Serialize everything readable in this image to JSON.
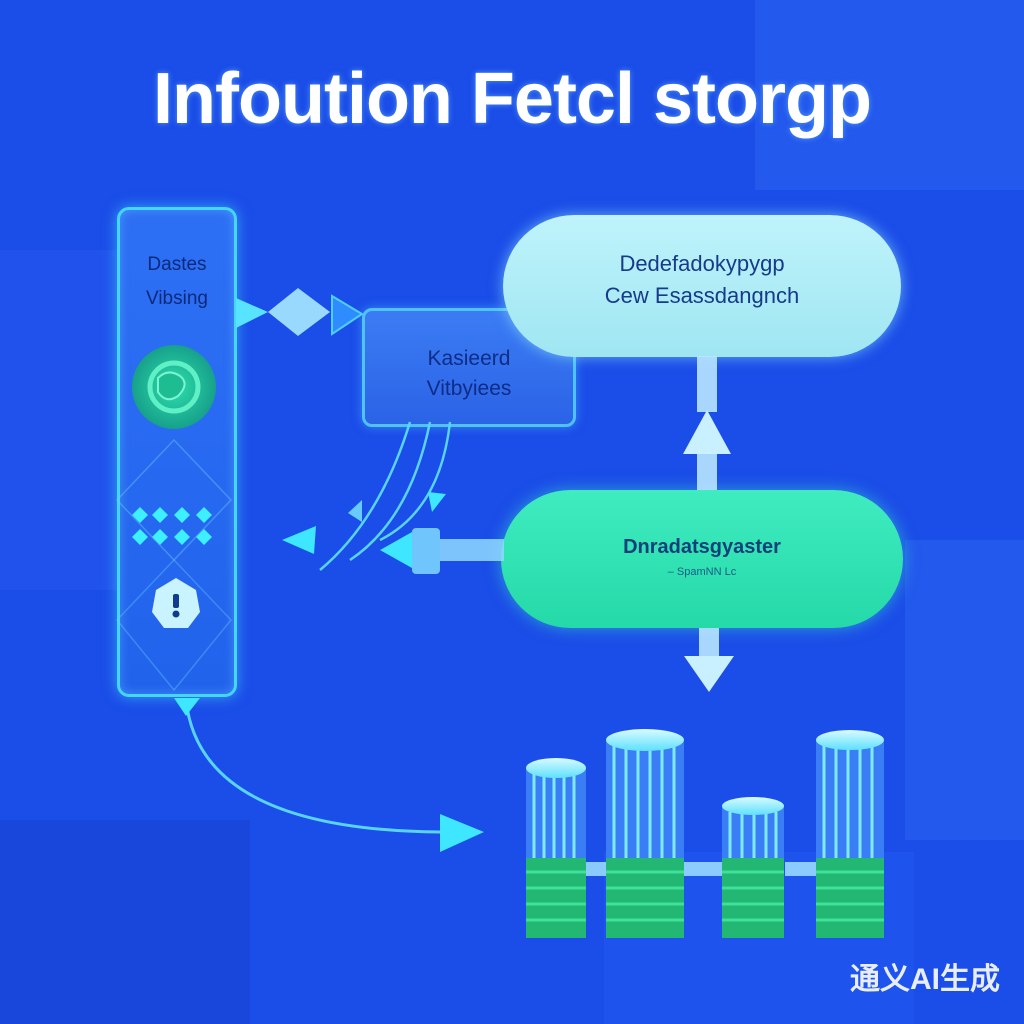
{
  "title": "Infoution Fetcl storgp",
  "left_panel": {
    "label_line1": "Dastes",
    "label_line2": "Vibsing",
    "icon_1": "globe-icon",
    "icon_2": "diamond-grid-icon",
    "icon_3": "alert-icon"
  },
  "mid_box": {
    "line1": "Kasieerd",
    "line2": "Vitbyiees"
  },
  "top_pill": {
    "line1": "Dedefadokypygp",
    "line2": "Cew Esassdangnch"
  },
  "bottom_pill": {
    "line1": "Dnradatsgyaster",
    "line2": "– SpamNN Lc"
  },
  "watermark": "通义AI生成",
  "colors": {
    "background": "#1b4de8",
    "panel_border": "#45d6ff",
    "pill_top": "#aeeef6",
    "pill_bottom": "#30e3b4",
    "storage_green": "#22c27a",
    "storage_cyan": "#6fe6ff"
  }
}
